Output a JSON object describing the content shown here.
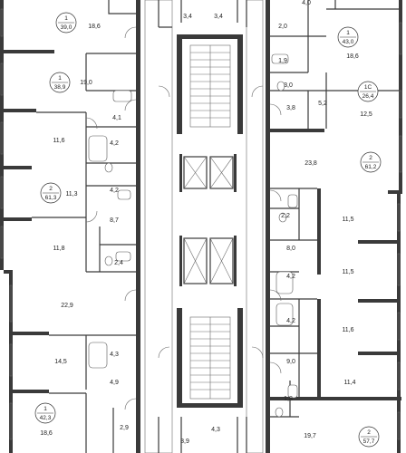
{
  "floor_plan": {
    "apartments": [
      {
        "id": "apt-1a",
        "count": "1",
        "area": "39,0"
      },
      {
        "id": "apt-1b",
        "count": "1",
        "area": "38,9"
      },
      {
        "id": "apt-2a",
        "count": "2",
        "area": "61,3"
      },
      {
        "id": "apt-1c",
        "count": "1",
        "area": "42,3"
      },
      {
        "id": "apt-1d",
        "count": "1",
        "area": "43,0"
      },
      {
        "id": "apt-1s",
        "count": "1С",
        "area": "26,4"
      },
      {
        "id": "apt-2b",
        "count": "2",
        "area": "61,2"
      },
      {
        "id": "apt-2c",
        "count": "2",
        "area": "57,7"
      }
    ],
    "rooms": [
      "18,6",
      "19,0",
      "4,1",
      "11,6",
      "4,2",
      "4,2",
      "11,3",
      "8,7",
      "11,8",
      "2,4",
      "22,9",
      "14,5",
      "4,3",
      "4,9",
      "18,6",
      "2,9",
      "3,4",
      "3,4",
      "3,9",
      "4,3",
      "4,0",
      "2,0",
      "18,6",
      "1,9",
      "3,0",
      "3,8",
      "5,2",
      "12,5",
      "23,8",
      "2,2",
      "11,5",
      "8,0",
      "11,5",
      "4,2",
      "4,2",
      "11,6",
      "9,0",
      "11,4",
      "1,8",
      "19,7"
    ]
  }
}
